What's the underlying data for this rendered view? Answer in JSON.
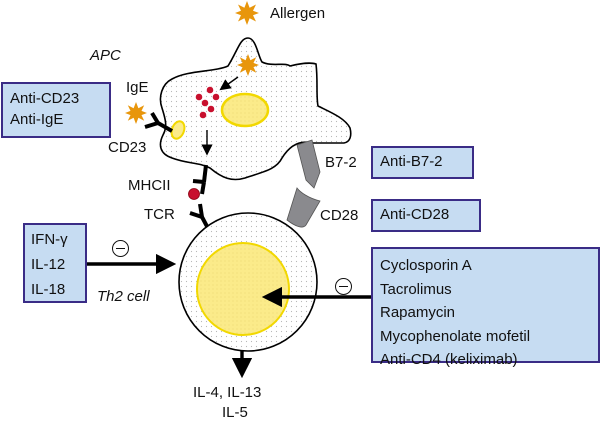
{
  "legend": {
    "allergen_label": "Allergen",
    "allergen_icon": "star-burst-icon"
  },
  "cells": {
    "apc_label": "APC",
    "th2_label": "Th2 cell"
  },
  "receptors": {
    "ige": "IgE",
    "cd23": "CD23",
    "mhcii": "MHCII",
    "tcr": "TCR",
    "b72": "B7-2",
    "cd28": "CD28"
  },
  "inhibitor_boxes": {
    "cd23_ige": [
      "Anti-CD23",
      "Anti-IgE"
    ],
    "b72": [
      "Anti-B7-2"
    ],
    "cd28": [
      "Anti-CD28"
    ],
    "cytokines": [
      "IFN-γ",
      "IL-12",
      "IL-18"
    ],
    "drugs": [
      "Cyclosporin A",
      "Tacrolimus",
      "Rapamycin",
      "Mycophenolate mofetil",
      "Anti-CD4 (keliximab)"
    ]
  },
  "outputs": {
    "line1": "IL-4, IL-13",
    "line2": "IL-5"
  },
  "symbols": {
    "inhibition": "minus-circle-icon"
  },
  "colors": {
    "box_fill": "#c6dcf2",
    "box_border": "#3a2c86",
    "allergen": "#e8960c",
    "nucleus_fill": "#fbeb8a",
    "nucleus_stroke": "#f2d800",
    "peptide": "#c8102e",
    "costim": "#8a8a8e"
  }
}
